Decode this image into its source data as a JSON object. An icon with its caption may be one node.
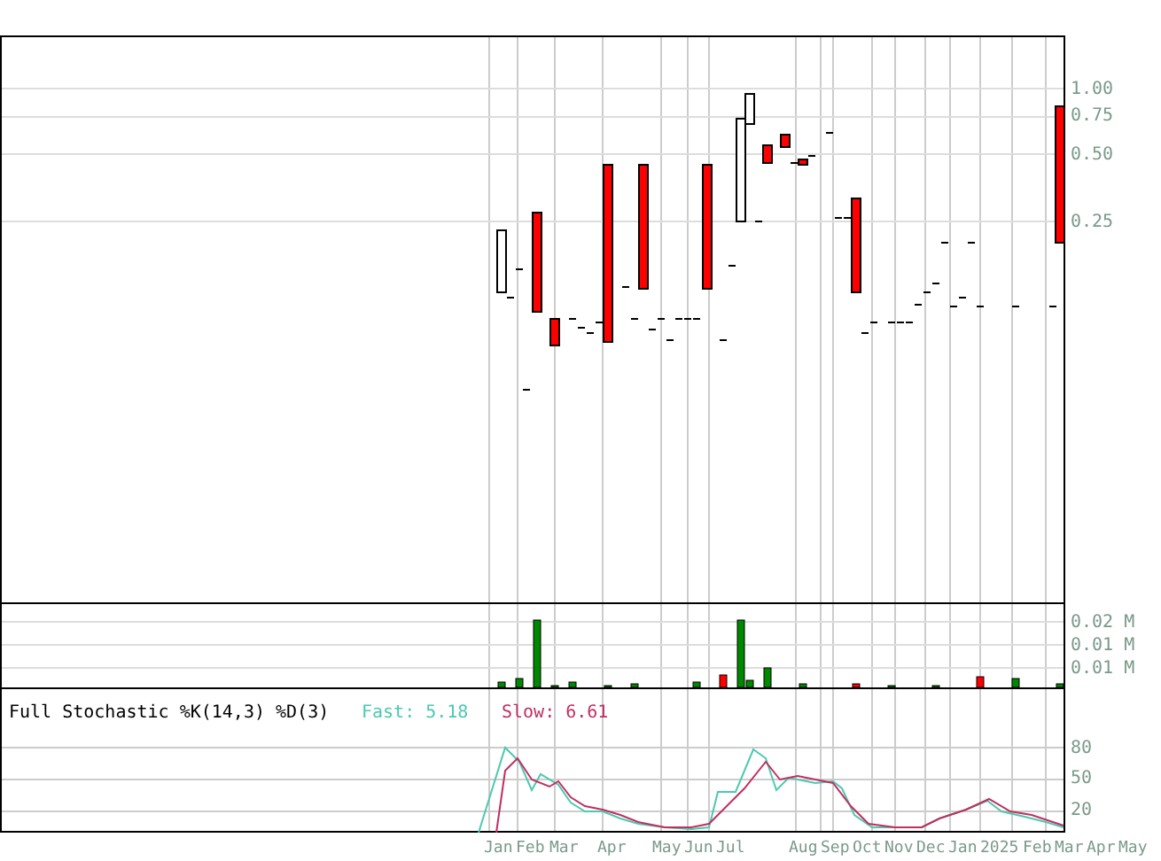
{
  "diagram": {
    "labels": [
      "1.00",
      "0.75",
      "0.50",
      "0.25",
      "0.02 M",
      "0.01 M",
      "0.01 M",
      "Full Stochastic %K(14,3) %D(3)",
      "Fast: 5.18",
      "Slow: 6.61",
      "80",
      "50",
      "20",
      "Jan",
      "Feb",
      "Mar",
      "Apr",
      "May",
      "Jun",
      "Jul",
      "Aug",
      "Sep",
      "Oct",
      "Nov",
      "Dec",
      "Jan",
      "2025",
      "Feb",
      "Mar",
      "Apr",
      "May"
    ]
  }
}
